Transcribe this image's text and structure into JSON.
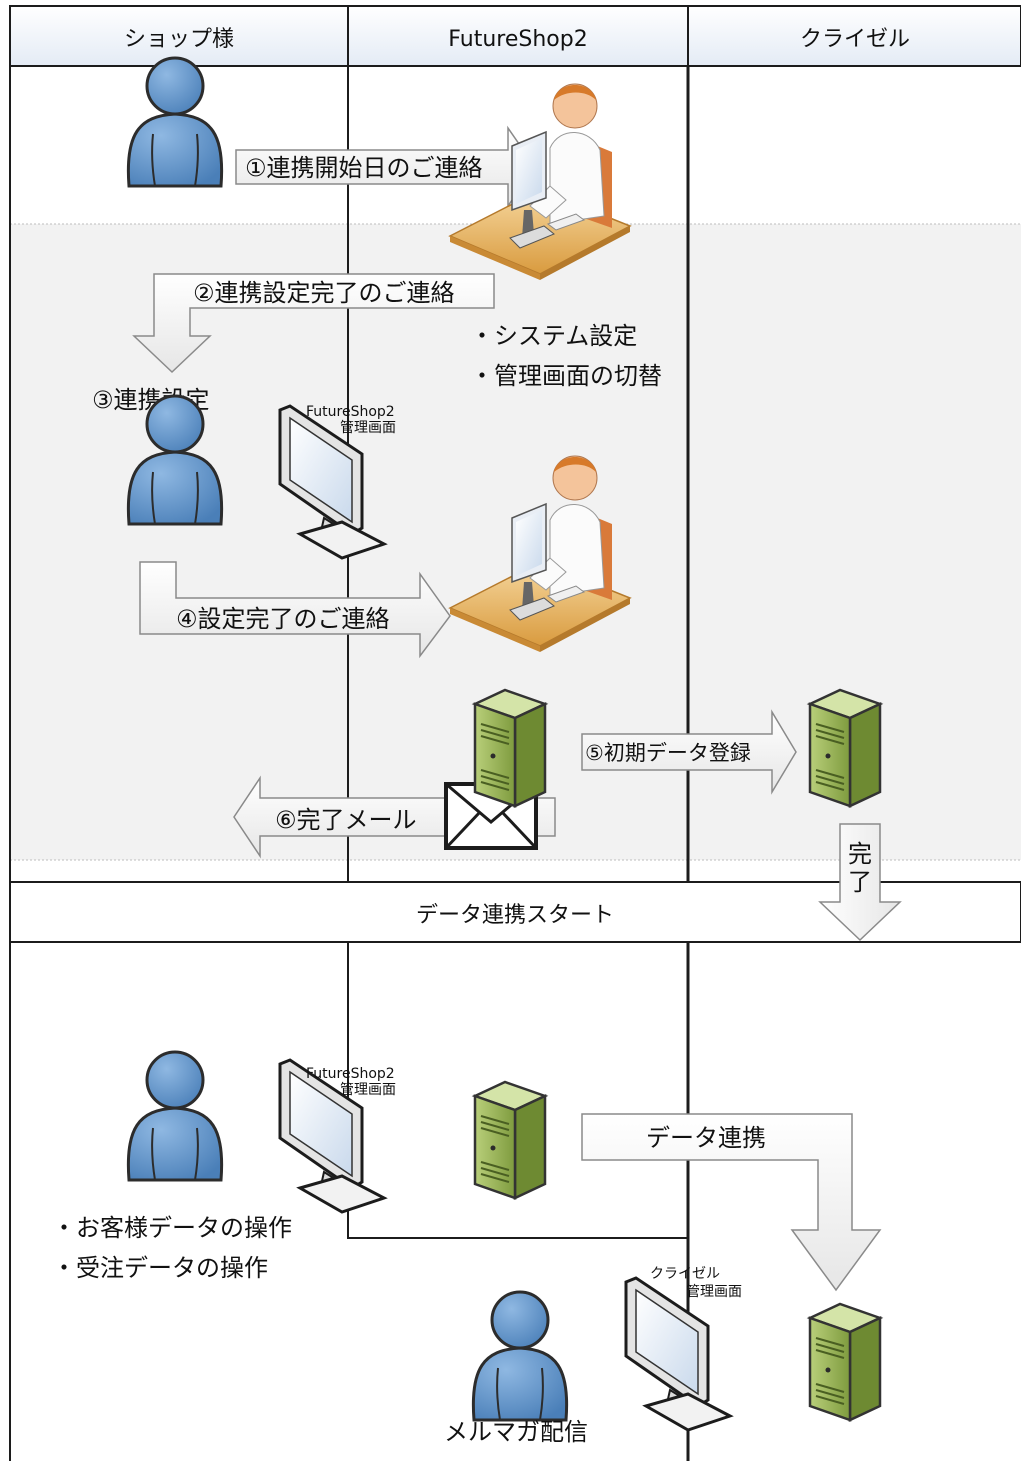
{
  "lanes": {
    "shop": "ショップ様",
    "futureshop": "FutureShop2",
    "crizel": "クライゼル"
  },
  "steps": {
    "step1": "①連携開始日のご連絡",
    "step2": "②連携設定完了のご連絡",
    "step3": "③連携設定",
    "step4": "④設定完了のご連絡",
    "step5": "⑤初期データ登録",
    "step6": "⑥完了メール"
  },
  "futureshop_tasks": [
    "・システム設定",
    "・管理画面の切替"
  ],
  "admin_screen": {
    "fs_line1": "FutureShop2",
    "fs_line2": "管理画面",
    "crizel_line1": "クライゼル",
    "crizel_line2": "管理画面"
  },
  "complete_vertical": [
    "完",
    "了"
  ],
  "data_link_start": "データ連携スタート",
  "data_link": "データ連携",
  "shop_operations": [
    "・お客様データの操作",
    "・受注データの操作"
  ],
  "mail_magazine": "メルマガ配信",
  "colors": {
    "person": "#5b8fc4",
    "server": "#8eab4e",
    "desk": "#e8b76a",
    "shaded_band": "#f2f2f2"
  },
  "icons": [
    "user-icon",
    "operator-at-desk-icon",
    "monitor-icon",
    "server-icon",
    "envelope-icon"
  ]
}
